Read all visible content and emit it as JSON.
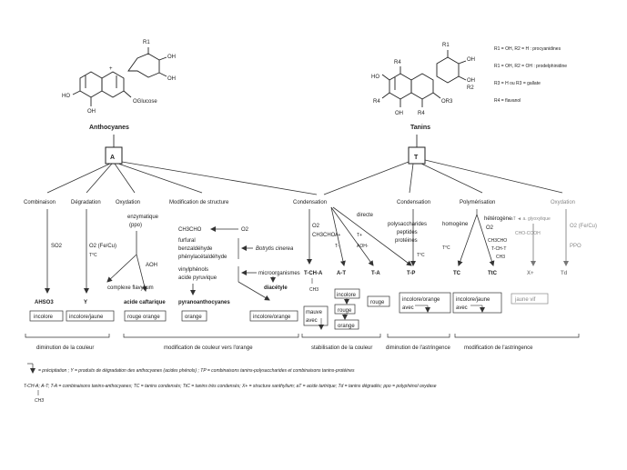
{
  "structures": {
    "anthocyanes": {
      "name": "Anthocyanes",
      "atoms": [
        "R1",
        "OH",
        "OH",
        "HO",
        "+",
        "OGlucose",
        "OH"
      ]
    },
    "tanins": {
      "name": "Tanins",
      "atoms": [
        "R1",
        "R4",
        "OH",
        "HO",
        "R4",
        "OR3",
        "OH",
        "OH",
        "R4",
        "R2"
      ],
      "legend": [
        "R1 = OH, R2 = H : procyanidines",
        "R1 = OH, R2 = OH : prodelphinidine",
        "R3 = H ou R3 = gallate",
        "R4 = flavanol"
      ]
    }
  },
  "nodes": {
    "A": "A",
    "T": "T"
  },
  "categories": {
    "combinaison": "Combinaison",
    "degradation": "Dégradation",
    "oxydation_a": "Oxydation",
    "modification": "Modification de structure",
    "condensation_1": "Condensation",
    "condensation_2": "Condensation",
    "polymerisation": "Polymérisation",
    "oxydation_t": "Oxydation"
  },
  "labels": {
    "so2": "SO2",
    "o2_fecu_1": "O2 (Fe/Cu)",
    "tc_1": "T°C",
    "enzymatique": "enzymatique",
    "ppo_1": "(ppo)",
    "aoh_1": "AOH",
    "ch3cho_1": "CH3CHO",
    "o2_1": "O2",
    "furfural": "furfural",
    "benzaldehyde": "benzaldéhyde",
    "phenylacetaldehyde": "phénylacétaldéhyde",
    "botrytis": "Botrytis cinerea",
    "vinylphenols": "vinylphénols",
    "acide_pyruvique": "acide pyruvique",
    "microorganismes": "microorganismes",
    "diacetyle": "diacétyle",
    "complexe_flavylium": "complexe flavylium",
    "acide_caftarique": "acide caftarique",
    "pyranoanthocyanes": "pyranoanthocyanes",
    "directe": "directe",
    "o2_2": "O2",
    "ch3cho_2": "CH3CHO",
    "a_plus": "A+",
    "t_plus": "T+",
    "t_minus": "T-",
    "aoh_2": "AOH-",
    "polysaccharides": "polysaccharides",
    "peptides": "peptides",
    "proteines": "protéines",
    "tc_2": "T°C",
    "homogene": "homogène",
    "heterogene": "hétérogène",
    "tc_3": "T°C",
    "o2_3": "O2",
    "ch3cho_3": "CH3CHO",
    "t_ch_t": "T-CH-T",
    "ch3_small": "CH3",
    "at_glyoxylique": "aT ◄ a. glyoxylique",
    "cho_cooh": "CHO-COOH",
    "o2_fecu_2": "O2 (Fe/Cu)",
    "ppo_2": "PPO",
    "t_ch_a": "T-CH-A",
    "ch3_2": "CH3",
    "ahso3": "AHSO3",
    "y": "Y",
    "at": "A-T",
    "ta": "T-A",
    "tp": "T-P",
    "tc": "TC",
    "ttc": "TtC",
    "xplus": "X+",
    "td": "Td"
  },
  "boxes": {
    "incolore_1": "incolore",
    "incolore_jaune_1": "incolore/jaune",
    "rouge_orange": "rouge orange",
    "orange_1": "orange",
    "incolore_orange_1": "incolore/orange",
    "mauve_avec": "mauve",
    "avec_1": "avec",
    "incolore_2": "incolore",
    "rouge_1": "rouge",
    "orange_2": "orange",
    "rouge_2": "rouge",
    "incolore_orange_2": "incolore/orange",
    "avec_2": "avec",
    "incolore_jaune_2": "incolore/jaune",
    "avec_3": "avec",
    "jaune_vif": "jaune vif"
  },
  "effects": {
    "diminution_couleur": "diminution de la couleur",
    "modification_couleur": "modification de couleur vers l'orange",
    "stabilisation": "stabilisation de la couleur",
    "diminution_astringence": "diminution de l'astringence",
    "modification_astringence": "modification de l'astringence"
  },
  "footnotes": {
    "line1": "= précipitation ; Y = produits de dégradation des anthocyanes (acides phénols) ; TP = combinaisons tanins-polysaccharides et combinaisons tanins-protéines",
    "line2": "T-CH-A; A-T; T-A = combinaisons tanins-anthocyanes; TC = tanins condensés; TtC = tanins très condensés; X+ = structure xanthylium; aT = acide tartrique; Td = tanins dégradés; ppo = polyphénol oxydase",
    "line3_ch": "CH3"
  }
}
